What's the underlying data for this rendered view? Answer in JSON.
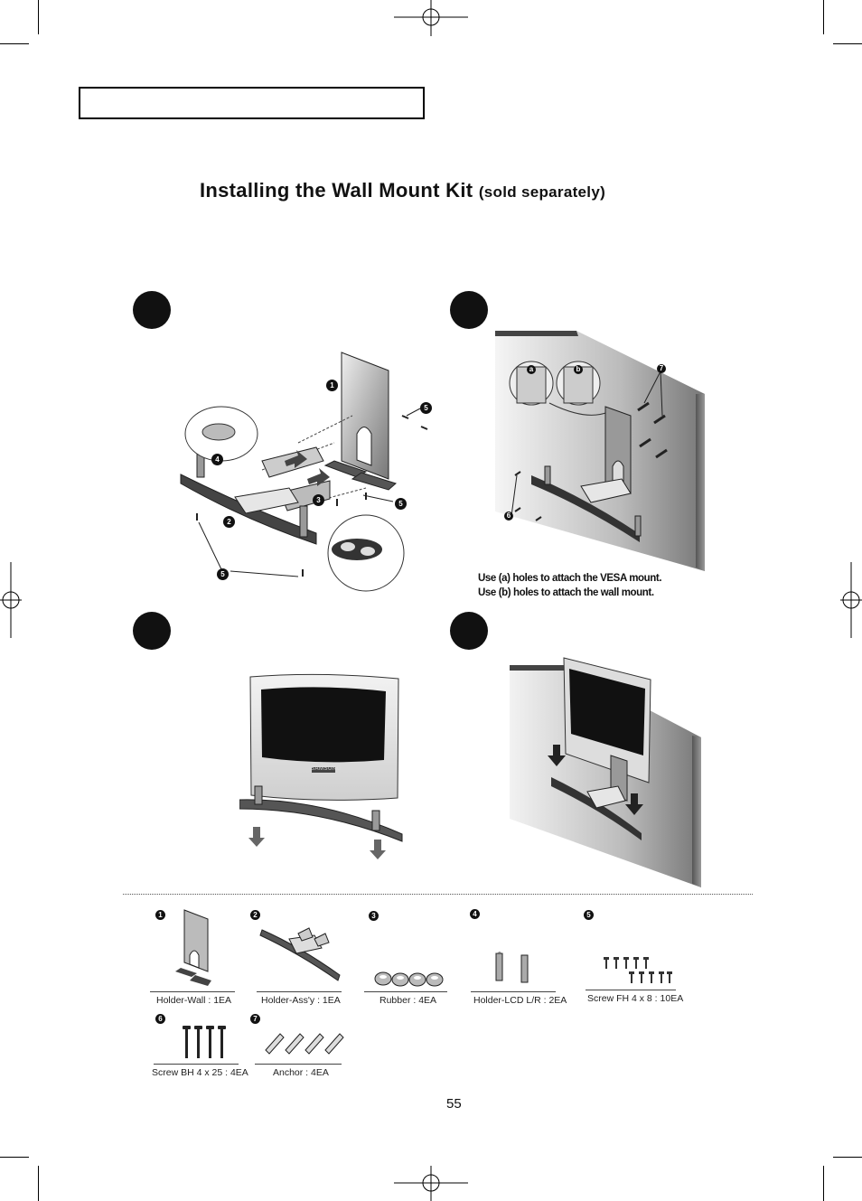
{
  "page": {
    "title_main": "Installing the Wall Mount Kit",
    "title_sub": "(sold separately)",
    "page_number": "55"
  },
  "step2": {
    "caption_line1": "Use (a) holes to attach the VESA mount.",
    "caption_line2": "Use (b) holes to attach the wall mount.",
    "hole_a": "a",
    "hole_b": "b"
  },
  "step1_callouts": [
    "1",
    "5",
    "4",
    "3",
    "2",
    "5",
    "5"
  ],
  "step2_callouts": [
    "7",
    "6"
  ],
  "parts": [
    {
      "num": "1",
      "label": "Holder-Wall : 1EA"
    },
    {
      "num": "2",
      "label": "Holder-Ass'y : 1EA"
    },
    {
      "num": "3",
      "label": "Rubber : 4EA"
    },
    {
      "num": "4",
      "label": "Holder-LCD L/R : 2EA"
    },
    {
      "num": "5",
      "label": "Screw FH 4 x 8 : 10EA"
    },
    {
      "num": "6",
      "label": "Screw BH 4 x 25 : 4EA"
    },
    {
      "num": "7",
      "label": "Anchor : 4EA"
    }
  ],
  "tv_brand": "SAMSUNG"
}
